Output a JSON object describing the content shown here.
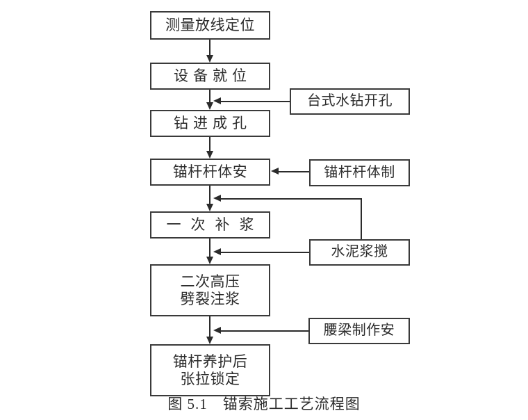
{
  "figure": {
    "caption_number": "图 5.1",
    "caption_title": "锚索施工工艺流程图",
    "line_color": "#2b2b2b",
    "box_border_color": "#3a3a3a",
    "background_color": "#ffffff"
  },
  "flow": {
    "main_steps": [
      {
        "id": "step-1",
        "label": "测量放线定位",
        "lines": [
          "测量放线定位"
        ]
      },
      {
        "id": "step-2",
        "label": "设备就位",
        "lines": [
          "设备就位"
        ]
      },
      {
        "id": "step-3",
        "label": "钻进成孔",
        "lines": [
          "钻进成孔"
        ]
      },
      {
        "id": "step-4",
        "label": "锚杆杆体安",
        "lines": [
          "锚杆杆体安"
        ]
      },
      {
        "id": "step-5",
        "label": "一次补浆",
        "lines": [
          "一次补浆"
        ]
      },
      {
        "id": "step-6",
        "label": "二次高压劈裂注浆",
        "lines": [
          "二次高压",
          "劈裂注浆"
        ]
      },
      {
        "id": "step-7",
        "label": "锚杆养护后张拉锁定",
        "lines": [
          "锚杆养护后",
          "张拉锁定"
        ]
      }
    ],
    "side_inputs": [
      {
        "id": "aux-1",
        "label": "台式水钻开孔",
        "feeds_into": "step-3"
      },
      {
        "id": "aux-2",
        "label": "锚杆杆体制",
        "feeds_into": "step-4"
      },
      {
        "id": "aux-3",
        "label": "水泥浆搅",
        "feeds_into": "step-5"
      },
      {
        "id": "aux-3b",
        "label": "水泥浆搅",
        "feeds_into": "step-6"
      },
      {
        "id": "aux-4",
        "label": "腰梁制作安",
        "feeds_into": "step-7"
      }
    ]
  }
}
